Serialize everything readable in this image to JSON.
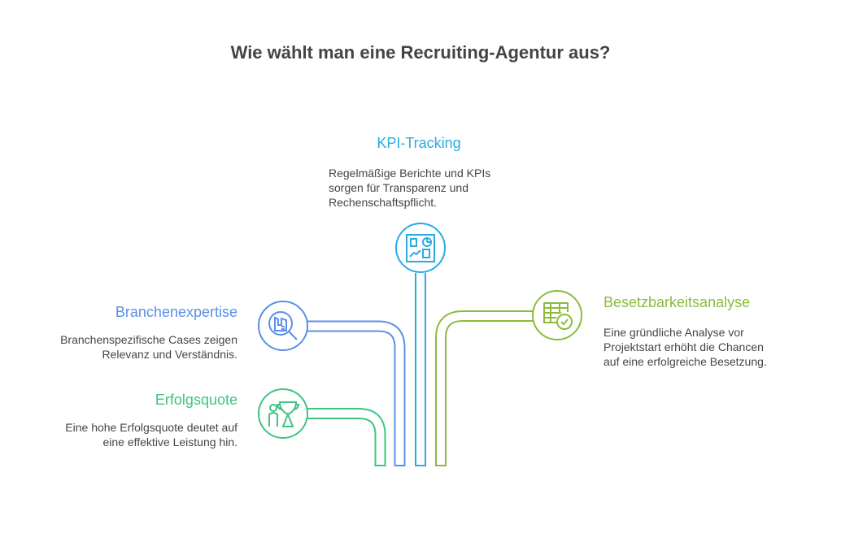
{
  "title": "Wie wählt man eine Recruiting-Agentur aus?",
  "colors": {
    "kpi": "#29abe2",
    "branche": "#5b8fe8",
    "erfolg": "#3fc380",
    "besetz": "#8cbb3c"
  },
  "items": [
    {
      "heading": "KPI-Tracking",
      "lines": [
        "Regelmäßige Berichte und KPIs",
        "sorgen für Transparenz und",
        "Rechenschaftspflicht."
      ],
      "icon": "dashboard-icon"
    },
    {
      "heading": "Branchenexpertise",
      "lines": [
        "Branchenspezifische Cases zeigen",
        "Relevanz und Verständnis."
      ],
      "icon": "industry-search-icon"
    },
    {
      "heading": "Erfolgsquote",
      "lines": [
        "Eine hohe Erfolgsquote deutet auf",
        "eine effektive Leistung hin."
      ],
      "icon": "person-trophy-icon"
    },
    {
      "heading": "Besetzbarkeitsanalyse",
      "lines": [
        "Eine gründliche Analyse vor",
        "Projektstart erhöht die Chancen",
        "auf eine erfolgreiche Besetzung."
      ],
      "icon": "table-check-icon"
    }
  ]
}
